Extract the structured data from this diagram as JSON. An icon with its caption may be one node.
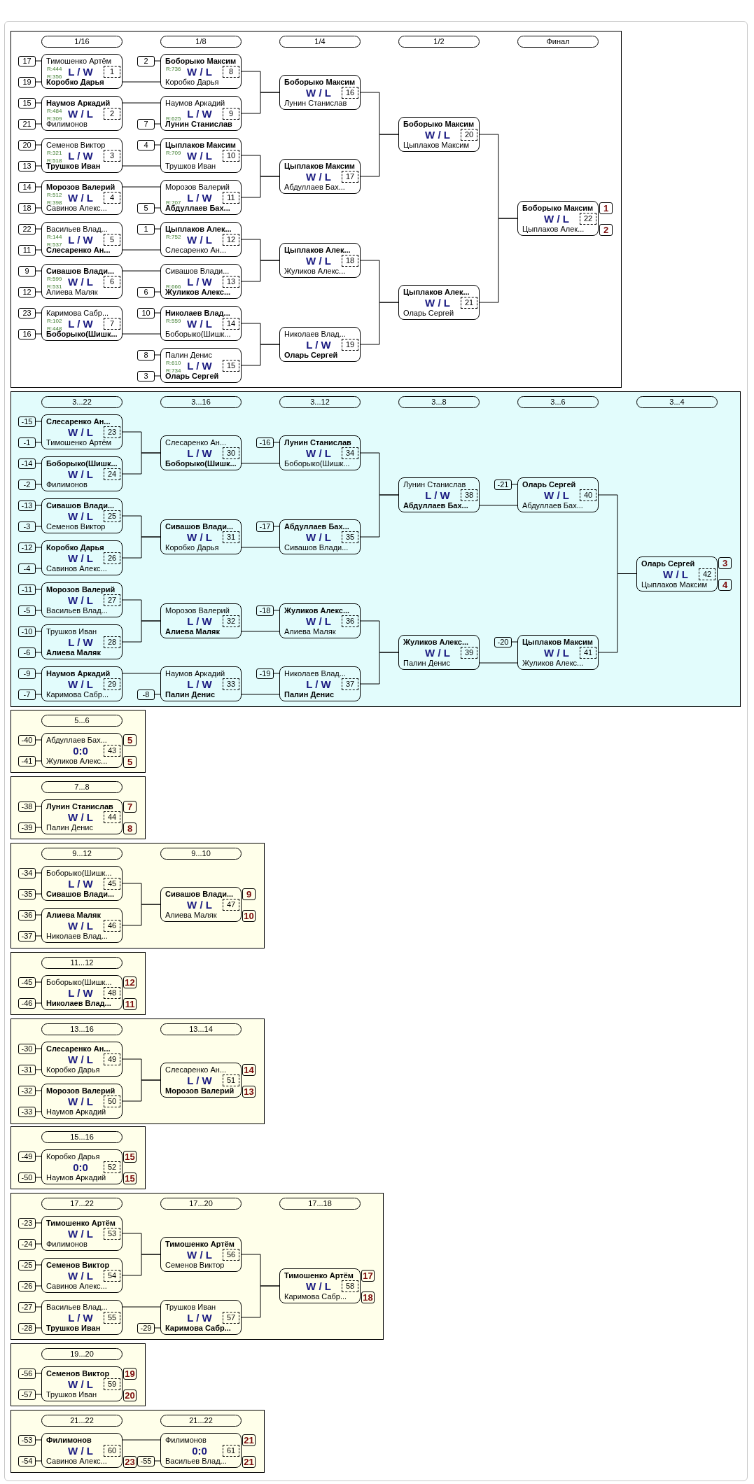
{
  "diagram": {
    "nodes": [
      {
        "text": [],
        "shape": "box"
      },
      {
        "text": [
          "1/16"
        ],
        "in": 0
      },
      {
        "text": [
          "1/8"
        ],
        "in": 0
      },
      {
        "text": [
          "1/4"
        ],
        "in": 0
      },
      {
        "text": [
          "1/2"
        ],
        "in": 0
      },
      {
        "text": [
          "Финал"
        ],
        "in": 0
      },
      {
        "text": [
          "17"
        ],
        "in": 0
      },
      {
        "text": [
          "19"
        ],
        "in": 0
      },
      {
        "text": [
          "Тимошенко Артём",
          "R:444",
          "R:356",
          "L / W",
          "Коробко Дарья"
        ],
        "in": 0
      },
      {
        "text": [
          "1"
        ],
        "in": 8
      },
      {
        "text": [
          "15"
        ],
        "in": 0
      },
      {
        "text": [
          "21"
        ],
        "in": 0
      },
      {
        "text": [
          "Наумов Аркадий",
          "R:484",
          "R:309",
          "W / L",
          "Филимонов"
        ],
        "in": 0
      },
      {
        "text": [
          "2"
        ],
        "in": 12
      },
      {
        "text": [
          "20"
        ],
        "in": 0
      },
      {
        "text": [
          "13"
        ],
        "in": 0
      },
      {
        "text": [
          "Семенов Виктор",
          "R:321",
          "R:518",
          "L / W",
          "Трушков Иван"
        ],
        "in": 0
      },
      {
        "text": [
          "3"
        ],
        "in": 16
      },
      {
        "text": [
          "14"
        ],
        "in": 0
      },
      {
        "text": [
          "18"
        ],
        "in": 0
      },
      {
        "text": [
          "Морозов Валерий",
          "R:512",
          "R:398",
          "W / L",
          "Савинов Алекс..."
        ],
        "in": 0
      },
      {
        "text": [
          "4"
        ],
        "in": 20
      },
      {
        "text": [
          "22"
        ],
        "in": 0
      },
      {
        "text": [
          "11"
        ],
        "in": 0
      },
      {
        "text": [
          "Васильев Влад...",
          "R:144",
          "R:537",
          "L / W",
          "Слесаренко Ан..."
        ],
        "in": 0
      },
      {
        "text": [
          "5"
        ],
        "in": 24
      },
      {
        "text": [
          "9"
        ],
        "in": 0
      },
      {
        "text": [
          "12"
        ],
        "in": 0
      },
      {
        "text": [
          "Сивашов Влади...",
          "R:599",
          "R:531",
          "W / L",
          "Алиева Маляк"
        ],
        "in": 0
      },
      {
        "text": [
          "6"
        ],
        "in": 28
      },
      {
        "text": [
          "23"
        ],
        "in": 0
      },
      {
        "text": [
          "16"
        ],
        "in": 0
      },
      {
        "text": [
          "Каримова Сабр...",
          "R:102",
          "R:448",
          "L / W",
          "Боборыко(Шишк..."
        ],
        "in": 0
      },
      {
        "text": [
          "7"
        ],
        "in": 32
      },
      {
        "text": [
          "2"
        ],
        "in": 0
      },
      {
        "text": [
          "Боборыко Максим",
          "R:736",
          "W / L",
          "Коробко Дарья"
        ],
        "in": 0
      },
      {
        "text": [
          "8"
        ],
        "in": 35
      },
      {
        "text": [
          "7"
        ],
        "in": 0
      },
      {
        "text": [
          "Наумов Аркадий",
          "R:625",
          "L / W",
          "Лунин Станислав"
        ],
        "in": 0
      },
      {
        "text": [
          "9"
        ],
        "in": 38
      },
      {
        "text": [
          "4"
        ],
        "in": 0
      },
      {
        "text": [
          "Цыплаков Максим",
          "R:709",
          "W / L",
          "Трушков Иван"
        ],
        "in": 0
      },
      {
        "text": [
          "10"
        ],
        "in": 41
      },
      {
        "text": [
          "5"
        ],
        "in": 0
      },
      {
        "text": [
          "Морозов Валерий",
          "R:707",
          "L / W",
          "Абдуллаев Бах..."
        ],
        "in": 0
      },
      {
        "text": [
          "11"
        ],
        "in": 44
      },
      {
        "text": [
          "1"
        ],
        "in": 0
      },
      {
        "text": [
          "Цыплаков Алек...",
          "R:752",
          "W / L",
          "Слесаренко Ан..."
        ],
        "in": 0
      },
      {
        "text": [
          "12"
        ],
        "in": 47
      },
      {
        "text": [
          "6"
        ],
        "in": 0
      },
      {
        "text": [
          "Сивашов Влади...",
          "R:666",
          "L / W",
          "Жуликов Алекс..."
        ],
        "in": 0
      },
      {
        "text": [
          "13"
        ],
        "in": 50
      },
      {
        "text": [
          "10"
        ],
        "in": 0
      },
      {
        "text": [
          "Николаев Влад...",
          "R:559",
          "W / L",
          "Боборыко(Шишк..."
        ],
        "in": 0
      },
      {
        "text": [
          "14"
        ],
        "in": 53
      },
      {
        "text": [
          "8"
        ],
        "in": 0
      },
      {
        "text": [
          "3"
        ],
        "in": 0
      },
      {
        "text": [
          "Палин Денис",
          "R:610",
          "R:734",
          "L / W",
          "Оларь Сергей"
        ],
        "in": 0
      },
      {
        "text": [
          "15"
        ],
        "in": 57
      },
      {
        "text": [
          "Боборыко Максим",
          "W / L",
          "Лунин Станислав"
        ],
        "in": 0
      },
      {
        "text": [
          "16"
        ],
        "in": 59
      },
      {
        "text": [
          "Цыплаков Максим",
          "W / L",
          "Абдуллаев Бах..."
        ],
        "in": 0
      },
      {
        "text": [
          "17"
        ],
        "in": 61
      },
      {
        "text": [
          "Цыплаков Алек...",
          "W / L",
          "Жуликов Алекс..."
        ],
        "in": 0
      },
      {
        "text": [
          "18"
        ],
        "in": 63
      },
      {
        "text": [
          "Николаев Влад...",
          "L / W",
          "Оларь Сергей"
        ],
        "in": 0
      },
      {
        "text": [
          "19"
        ],
        "in": 65
      },
      {
        "text": [
          "Боборыко Максим",
          "W / L",
          "Цыплаков Максим"
        ],
        "in": 0
      },
      {
        "text": [
          "20"
        ],
        "in": 67
      },
      {
        "text": [
          "Цыплаков Алек...",
          "W / L",
          "Оларь Сергей"
        ],
        "in": 0
      },
      {
        "text": [
          "21"
        ],
        "in": 69
      },
      {
        "text": [
          "Боборыко Максим",
          "W / L",
          "Цыплаков Алек..."
        ],
        "in": 0
      },
      {
        "text": [
          "22"
        ],
        "in": 71
      },
      {
        "text": [
          "1"
        ],
        "in": 0
      },
      {
        "text": [
          "2"
        ],
        "in": 0
      },
      {
        "text": [],
        "shape": "box"
      },
      {
        "text": [
          "3...22"
        ],
        "in": 75
      },
      {
        "text": [
          "3...16"
        ],
        "in": 75
      },
      {
        "text": [
          "3...12"
        ],
        "in": 75
      },
      {
        "text": [
          "3...8"
        ],
        "in": 75
      },
      {
        "text": [
          "3...6"
        ],
        "in": 75
      },
      {
        "text": [
          "3...4"
        ],
        "in": 75
      },
      {
        "text": [
          "-15"
        ],
        "in": 75
      },
      {
        "text": [
          "-1"
        ],
        "in": 75
      },
      {
        "text": [
          "Слесаренко Ан...",
          "W / L",
          "Тимошенко Артём"
        ],
        "in": 75
      },
      {
        "text": [
          "23"
        ],
        "in": 84
      },
      {
        "text": [
          "-14"
        ],
        "in": 75
      },
      {
        "text": [
          "-2"
        ],
        "in": 75
      },
      {
        "text": [
          "Боборыко(Шишк...",
          "W / L",
          "Филимонов"
        ],
        "in": 75
      },
      {
        "text": [
          "24"
        ],
        "in": 88
      },
      {
        "text": [
          "-13"
        ],
        "in": 75
      },
      {
        "text": [
          "-3"
        ],
        "in": 75
      },
      {
        "text": [
          "Сивашов Влади...",
          "W / L",
          "Семенов Виктор"
        ],
        "in": 75
      },
      {
        "text": [
          "25"
        ],
        "in": 92
      },
      {
        "text": [
          "-12"
        ],
        "in": 75
      },
      {
        "text": [
          "-4"
        ],
        "in": 75
      },
      {
        "text": [
          "Коробко Дарья",
          "W / L",
          "Савинов Алекс..."
        ],
        "in": 75
      },
      {
        "text": [
          "26"
        ],
        "in": 96
      },
      {
        "text": [
          "-11"
        ],
        "in": 75
      },
      {
        "text": [
          "-5"
        ],
        "in": 75
      },
      {
        "text": [
          "Морозов Валерий",
          "W / L",
          "Васильев Влад..."
        ],
        "in": 75
      },
      {
        "text": [
          "27"
        ],
        "in": 100
      },
      {
        "text": [
          "-10"
        ],
        "in": 75
      },
      {
        "text": [
          "-6"
        ],
        "in": 75
      },
      {
        "text": [
          "Трушков Иван",
          "L / W",
          "Алиева Маляк"
        ],
        "in": 75
      },
      {
        "text": [
          "28"
        ],
        "in": 104
      },
      {
        "text": [
          "-9"
        ],
        "in": 75
      },
      {
        "text": [
          "-7"
        ],
        "in": 75
      },
      {
        "text": [
          "Наумов Аркадий",
          "W / L",
          "Каримова Сабр..."
        ],
        "in": 75
      },
      {
        "text": [
          "29"
        ],
        "in": 108
      },
      {
        "text": [
          "Слесаренко Ан...",
          "L / W",
          "Боборыко(Шишк..."
        ],
        "in": 75
      },
      {
        "text": [
          "30"
        ],
        "in": 110
      },
      {
        "text": [
          "Сивашов Влади...",
          "W / L",
          "Коробко Дарья"
        ],
        "in": 75
      },
      {
        "text": [
          "31"
        ],
        "in": 112
      },
      {
        "text": [
          "Морозов Валерий",
          "L / W",
          "Алиева Маляк"
        ],
        "in": 75
      },
      {
        "text": [
          "32"
        ],
        "in": 114
      },
      {
        "text": [
          "-8"
        ],
        "in": 75
      },
      {
        "text": [
          "Наумов Аркадий",
          "L / W",
          "Палин Денис"
        ],
        "in": 75
      },
      {
        "text": [
          "33"
        ],
        "in": 117
      },
      {
        "text": [
          "-16"
        ],
        "in": 75
      },
      {
        "text": [
          "Лунин Станислав",
          "W / L",
          "Боборыко(Шишк..."
        ],
        "in": 75
      },
      {
        "text": [
          "34"
        ],
        "in": 120
      },
      {
        "text": [
          "-17"
        ],
        "in": 75
      },
      {
        "text": [
          "Абдуллаев Бах...",
          "W / L",
          "Сивашов Влади..."
        ],
        "in": 75
      },
      {
        "text": [
          "35"
        ],
        "in": 123
      },
      {
        "text": [
          "-18"
        ],
        "in": 75
      },
      {
        "text": [
          "Жуликов Алекс...",
          "W / L",
          "Алиева Маляк"
        ],
        "in": 75
      },
      {
        "text": [
          "36"
        ],
        "in": 126
      },
      {
        "text": [
          "-19"
        ],
        "in": 75
      },
      {
        "text": [
          "Николаев Влад...",
          "L / W",
          "Палин Денис"
        ],
        "in": 75
      },
      {
        "text": [
          "37"
        ],
        "in": 129
      },
      {
        "text": [
          "Лунин Станислав",
          "L / W",
          "Абдуллаев Бах..."
        ],
        "in": 75
      },
      {
        "text": [
          "38"
        ],
        "in": 131
      },
      {
        "text": [
          "Жуликов Алекс...",
          "W / L",
          "Палин Денис"
        ],
        "in": 75
      },
      {
        "text": [
          "39"
        ],
        "in": 133
      },
      {
        "text": [
          "-21"
        ],
        "in": 75
      },
      {
        "text": [
          "Оларь Сергей",
          "W / L",
          "Абдуллаев Бах..."
        ],
        "in": 75
      },
      {
        "text": [
          "40"
        ],
        "in": 136
      },
      {
        "text": [
          "-20"
        ],
        "in": 75
      },
      {
        "text": [
          "Цыплаков Максим",
          "W / L",
          "Жуликов Алекс..."
        ],
        "in": 75
      },
      {
        "text": [
          "41"
        ],
        "in": 139
      },
      {
        "text": [
          "Оларь Сергей",
          "W / L",
          "Цыплаков Максим"
        ],
        "in": 75
      },
      {
        "text": [
          "42"
        ],
        "in": 141
      },
      {
        "text": [
          "3"
        ],
        "in": 75
      },
      {
        "text": [
          "4"
        ],
        "in": 75
      },
      {
        "text": [],
        "shape": "box"
      },
      {
        "text": [
          "5...6"
        ],
        "in": 145
      },
      {
        "text": [
          "-40"
        ],
        "in": 145
      },
      {
        "text": [
          "-41"
        ],
        "in": 145
      },
      {
        "text": [
          "Абдуллаев Бах...",
          "0:0",
          "Жуликов Алекс..."
        ],
        "in": 145
      },
      {
        "text": [
          "43"
        ],
        "in": 149
      },
      {
        "text": [
          "5"
        ],
        "in": 145
      },
      {
        "text": [
          "5"
        ],
        "in": 145
      },
      {
        "text": [],
        "shape": "box"
      },
      {
        "text": [
          "7...8"
        ],
        "in": 153
      },
      {
        "text": [
          "-38"
        ],
        "in": 153
      },
      {
        "text": [
          "-39"
        ],
        "in": 153
      },
      {
        "text": [
          "Лунин Станислав",
          "W / L",
          "Палин Денис"
        ],
        "in": 153
      },
      {
        "text": [
          "44"
        ],
        "in": 157
      },
      {
        "text": [
          "7"
        ],
        "in": 153
      },
      {
        "text": [
          "8"
        ],
        "in": 153
      },
      {
        "text": [],
        "shape": "box"
      },
      {
        "text": [
          "9...12"
        ],
        "in": 161
      },
      {
        "text": [
          "9...10"
        ],
        "in": 161
      },
      {
        "text": [
          "-34"
        ],
        "in": 161
      },
      {
        "text": [
          "-35"
        ],
        "in": 161
      },
      {
        "text": [
          "Боборыко(Шишк...",
          "L / W",
          "Сивашов Влади..."
        ],
        "in": 161
      },
      {
        "text": [
          "45"
        ],
        "in": 166
      },
      {
        "text": [
          "-36"
        ],
        "in": 161
      },
      {
        "text": [
          "-37"
        ],
        "in": 161
      },
      {
        "text": [
          "Алиева Маляк",
          "W / L",
          "Николаев Влад..."
        ],
        "in": 161
      },
      {
        "text": [
          "46"
        ],
        "in": 170
      },
      {
        "text": [
          "Сивашов Влади...",
          "W / L",
          "Алиева Маляк"
        ],
        "in": 161
      },
      {
        "text": [
          "47"
        ],
        "in": 172
      },
      {
        "text": [
          "9"
        ],
        "in": 161
      },
      {
        "text": [
          "10"
        ],
        "in": 161
      },
      {
        "text": [],
        "shape": "box"
      },
      {
        "text": [
          "11...12"
        ],
        "in": 176
      },
      {
        "text": [
          "-45"
        ],
        "in": 176
      },
      {
        "text": [
          "-46"
        ],
        "in": 176
      },
      {
        "text": [
          "Боборыко(Шишк...",
          "L / W",
          "Николаев Влад..."
        ],
        "in": 176
      },
      {
        "text": [
          "48"
        ],
        "in": 180
      },
      {
        "text": [
          "12"
        ],
        "in": 176
      },
      {
        "text": [
          "11"
        ],
        "in": 176
      },
      {
        "text": [],
        "shape": "box"
      },
      {
        "text": [
          "13...16"
        ],
        "in": 184
      },
      {
        "text": [
          "13...14"
        ],
        "in": 184
      },
      {
        "text": [
          "-30"
        ],
        "in": 184
      },
      {
        "text": [
          "-31"
        ],
        "in": 184
      },
      {
        "text": [
          "Слесаренко Ан...",
          "W / L",
          "Коробко Дарья"
        ],
        "in": 184
      },
      {
        "text": [
          "49"
        ],
        "in": 189
      },
      {
        "text": [
          "-32"
        ],
        "in": 184
      },
      {
        "text": [
          "-33"
        ],
        "in": 184
      },
      {
        "text": [
          "Морозов Валерий",
          "W / L",
          "Наумов Аркадий"
        ],
        "in": 184
      },
      {
        "text": [
          "50"
        ],
        "in": 193
      },
      {
        "text": [
          "Слесаренко Ан...",
          "L / W",
          "Морозов Валерий"
        ],
        "in": 184
      },
      {
        "text": [
          "51"
        ],
        "in": 195
      },
      {
        "text": [
          "14"
        ],
        "in": 184
      },
      {
        "text": [
          "13"
        ],
        "in": 184
      },
      {
        "text": [],
        "shape": "box"
      },
      {
        "text": [
          "15...16"
        ],
        "in": 199
      },
      {
        "text": [
          "-49"
        ],
        "in": 199
      },
      {
        "text": [
          "-50"
        ],
        "in": 199
      },
      {
        "text": [
          "Коробко Дарья",
          "0:0",
          "Наумов Аркадий"
        ],
        "in": 199
      },
      {
        "text": [
          "52"
        ],
        "in": 203
      },
      {
        "text": [
          "15"
        ],
        "in": 199
      },
      {
        "text": [
          "15"
        ],
        "in": 199
      },
      {
        "text": [],
        "shape": "box"
      },
      {
        "text": [
          "17...22"
        ],
        "in": 207
      },
      {
        "text": [
          "17...20"
        ],
        "in": 207
      },
      {
        "text": [
          "17...18"
        ],
        "in": 207
      },
      {
        "text": [
          "-23"
        ],
        "in": 207
      },
      {
        "text": [
          "-24"
        ],
        "in": 207
      },
      {
        "text": [
          "Тимошенко Артём",
          "W / L",
          "Филимонов"
        ],
        "in": 207
      },
      {
        "text": [
          "53"
        ],
        "in": 213
      },
      {
        "text": [
          "-25"
        ],
        "in": 207
      },
      {
        "text": [
          "-26"
        ],
        "in": 207
      },
      {
        "text": [
          "Семенов Виктор",
          "W / L",
          "Савинов Алекс..."
        ],
        "in": 207
      },
      {
        "text": [
          "54"
        ],
        "in": 217
      },
      {
        "text": [
          "-27"
        ],
        "in": 207
      },
      {
        "text": [
          "-28"
        ],
        "in": 207
      },
      {
        "text": [
          "Васильев Влад...",
          "L / W",
          "Трушков Иван"
        ],
        "in": 207
      },
      {
        "text": [
          "55"
        ],
        "in": 221
      },
      {
        "text": [
          "Тимошенко Артём",
          "W / L",
          "Семенов Виктор"
        ],
        "in": 207
      },
      {
        "text": [
          "56"
        ],
        "in": 223
      },
      {
        "text": [
          "-29"
        ],
        "in": 207
      },
      {
        "text": [
          "Трушков Иван",
          "L / W",
          "Каримова Сабр..."
        ],
        "in": 207
      },
      {
        "text": [
          "57"
        ],
        "in": 226
      },
      {
        "text": [
          "Тимошенко Артём",
          "W / L",
          "Каримова Сабр..."
        ],
        "in": 207
      },
      {
        "text": [
          "58"
        ],
        "in": 228
      },
      {
        "text": [
          "17"
        ],
        "in": 207
      },
      {
        "text": [
          "18"
        ],
        "in": 207
      },
      {
        "text": [],
        "shape": "box"
      },
      {
        "text": [
          "19...20"
        ],
        "in": 232
      },
      {
        "text": [
          "-56"
        ],
        "in": 232
      },
      {
        "text": [
          "-57"
        ],
        "in": 232
      },
      {
        "text": [
          "Семенов Виктор",
          "W / L",
          "Трушков Иван"
        ],
        "in": 232
      },
      {
        "text": [
          "59"
        ],
        "in": 236
      },
      {
        "text": [
          "19"
        ],
        "in": 232
      },
      {
        "text": [
          "20"
        ],
        "in": 232
      },
      {
        "text": [],
        "shape": "box"
      },
      {
        "text": [
          "21...22"
        ],
        "in": 240
      },
      {
        "text": [
          "21...22"
        ],
        "in": 240
      },
      {
        "text": [
          "-53"
        ],
        "in": 240
      },
      {
        "text": [
          "-54"
        ],
        "in": 240
      },
      {
        "text": [
          "Филимонов",
          "W / L",
          "Савинов Алекс..."
        ],
        "in": 240
      },
      {
        "text": [
          "60"
        ],
        "in": 245
      },
      {
        "text": [
          "23"
        ],
        "in": 240
      },
      {
        "text": [
          "-55"
        ],
        "in": 240
      },
      {
        "text": [
          "Филимонов",
          "0:0",
          "Васильев Влад..."
        ],
        "in": 240
      },
      {
        "text": [
          "61"
        ],
        "in": 249
      },
      {
        "text": [
          "21"
        ],
        "in": 240
      },
      {
        "text": [
          "21"
        ],
        "in": 240
      }
    ],
    "edges": [
      {
        "from": 6,
        "to": 8,
        "arrow": "none"
      },
      {
        "from": 7,
        "to": 8,
        "arrow": "none"
      },
      {
        "from": 10,
        "to": 12,
        "arrow": "none"
      },
      {
        "from": 11,
        "to": 12,
        "arrow": "none"
      },
      {
        "from": 14,
        "to": 16,
        "arrow": "none"
      },
      {
        "from": 15,
        "to": 16,
        "arrow": "none"
      },
      {
        "from": 18,
        "to": 20,
        "arrow": "none"
      },
      {
        "from": 19,
        "to": 20,
        "arrow": "none"
      },
      {
        "from": 22,
        "to": 24,
        "arrow": "none"
      },
      {
        "from": 23,
        "to": 24,
        "arrow": "none"
      },
      {
        "from": 26,
        "to": 28,
        "arrow": "none"
      },
      {
        "from": 27,
        "to": 28,
        "arrow": "none"
      },
      {
        "from": 30,
        "to": 32,
        "arrow": "none"
      },
      {
        "from": 31,
        "to": 32,
        "arrow": "none"
      },
      {
        "from": 34,
        "to": 35,
        "arrow": "none"
      },
      {
        "from": 8,
        "to": 35,
        "arrow": "none"
      },
      {
        "from": 37,
        "to": 38,
        "arrow": "none"
      },
      {
        "from": 12,
        "to": 38,
        "arrow": "none"
      },
      {
        "from": 40,
        "to": 41,
        "arrow": "none"
      },
      {
        "from": 16,
        "to": 41,
        "arrow": "none"
      },
      {
        "from": 43,
        "to": 44,
        "arrow": "none"
      },
      {
        "from": 20,
        "to": 44,
        "arrow": "none"
      },
      {
        "from": 46,
        "to": 47,
        "arrow": "none"
      },
      {
        "from": 24,
        "to": 47,
        "arrow": "none"
      },
      {
        "from": 49,
        "to": 50,
        "arrow": "none"
      },
      {
        "from": 28,
        "to": 50,
        "arrow": "none"
      },
      {
        "from": 52,
        "to": 53,
        "arrow": "none"
      },
      {
        "from": 32,
        "to": 53,
        "arrow": "none"
      },
      {
        "from": 55,
        "to": 57,
        "arrow": "none"
      },
      {
        "from": 56,
        "to": 57,
        "arrow": "none"
      },
      {
        "from": 35,
        "to": 59,
        "arrow": "none"
      },
      {
        "from": 38,
        "to": 59,
        "arrow": "none"
      },
      {
        "from": 41,
        "to": 61,
        "arrow": "none"
      },
      {
        "from": 44,
        "to": 61,
        "arrow": "none"
      },
      {
        "from": 47,
        "to": 63,
        "arrow": "none"
      },
      {
        "from": 50,
        "to": 63,
        "arrow": "none"
      },
      {
        "from": 53,
        "to": 65,
        "arrow": "none"
      },
      {
        "from": 57,
        "to": 65,
        "arrow": "none"
      },
      {
        "from": 59,
        "to": 67,
        "arrow": "none"
      },
      {
        "from": 61,
        "to": 67,
        "arrow": "none"
      },
      {
        "from": 63,
        "to": 69,
        "arrow": "none"
      },
      {
        "from": 65,
        "to": 69,
        "arrow": "none"
      },
      {
        "from": 67,
        "to": 71,
        "arrow": "none"
      },
      {
        "from": 69,
        "to": 71,
        "arrow": "none"
      },
      {
        "from": 82,
        "to": 84,
        "arrow": "none"
      },
      {
        "from": 83,
        "to": 84,
        "arrow": "none"
      },
      {
        "from": 86,
        "to": 88,
        "arrow": "none"
      },
      {
        "from": 87,
        "to": 88,
        "arrow": "none"
      },
      {
        "from": 90,
        "to": 92,
        "arrow": "none"
      },
      {
        "from": 91,
        "to": 92,
        "arrow": "none"
      },
      {
        "from": 94,
        "to": 96,
        "arrow": "none"
      },
      {
        "from": 95,
        "to": 96,
        "arrow": "none"
      },
      {
        "from": 98,
        "to": 100,
        "arrow": "none"
      },
      {
        "from": 99,
        "to": 100,
        "arrow": "none"
      },
      {
        "from": 102,
        "to": 104,
        "arrow": "none"
      },
      {
        "from": 103,
        "to": 104,
        "arrow": "none"
      },
      {
        "from": 106,
        "to": 108,
        "arrow": "none"
      },
      {
        "from": 107,
        "to": 108,
        "arrow": "none"
      },
      {
        "from": 84,
        "to": 110,
        "arrow": "none"
      },
      {
        "from": 88,
        "to": 110,
        "arrow": "none"
      },
      {
        "from": 92,
        "to": 112,
        "arrow": "none"
      },
      {
        "from": 96,
        "to": 112,
        "arrow": "none"
      },
      {
        "from": 100,
        "to": 114,
        "arrow": "none"
      },
      {
        "from": 104,
        "to": 114,
        "arrow": "none"
      },
      {
        "from": 116,
        "to": 117,
        "arrow": "none"
      },
      {
        "from": 108,
        "to": 117,
        "arrow": "none"
      },
      {
        "from": 119,
        "to": 120,
        "arrow": "none"
      },
      {
        "from": 110,
        "to": 120,
        "arrow": "none"
      },
      {
        "from": 122,
        "to": 123,
        "arrow": "none"
      },
      {
        "from": 112,
        "to": 123,
        "arrow": "none"
      },
      {
        "from": 125,
        "to": 126,
        "arrow": "none"
      },
      {
        "from": 114,
        "to": 126,
        "arrow": "none"
      },
      {
        "from": 128,
        "to": 129,
        "arrow": "none"
      },
      {
        "from": 117,
        "to": 129,
        "arrow": "none"
      },
      {
        "from": 120,
        "to": 131,
        "arrow": "none"
      },
      {
        "from": 123,
        "to": 131,
        "arrow": "none"
      },
      {
        "from": 126,
        "to": 133,
        "arrow": "none"
      },
      {
        "from": 129,
        "to": 133,
        "arrow": "none"
      },
      {
        "from": 135,
        "to": 136,
        "arrow": "none"
      },
      {
        "from": 131,
        "to": 136,
        "arrow": "none"
      },
      {
        "from": 138,
        "to": 139,
        "arrow": "none"
      },
      {
        "from": 133,
        "to": 139,
        "arrow": "none"
      },
      {
        "from": 136,
        "to": 141,
        "arrow": "none"
      },
      {
        "from": 139,
        "to": 141,
        "arrow": "none"
      },
      {
        "from": 147,
        "to": 149,
        "arrow": "none"
      },
      {
        "from": 148,
        "to": 149,
        "arrow": "none"
      },
      {
        "from": 155,
        "to": 157,
        "arrow": "none"
      },
      {
        "from": 156,
        "to": 157,
        "arrow": "none"
      },
      {
        "from": 164,
        "to": 166,
        "arrow": "none"
      },
      {
        "from": 165,
        "to": 166,
        "arrow": "none"
      },
      {
        "from": 168,
        "to": 170,
        "arrow": "none"
      },
      {
        "from": 169,
        "to": 170,
        "arrow": "none"
      },
      {
        "from": 166,
        "to": 172,
        "arrow": "none"
      },
      {
        "from": 170,
        "to": 172,
        "arrow": "none"
      },
      {
        "from": 178,
        "to": 180,
        "arrow": "none"
      },
      {
        "from": 179,
        "to": 180,
        "arrow": "none"
      },
      {
        "from": 187,
        "to": 189,
        "arrow": "none"
      },
      {
        "from": 188,
        "to": 189,
        "arrow": "none"
      },
      {
        "from": 191,
        "to": 193,
        "arrow": "none"
      },
      {
        "from": 192,
        "to": 193,
        "arrow": "none"
      },
      {
        "from": 189,
        "to": 195,
        "arrow": "none"
      },
      {
        "from": 193,
        "to": 195,
        "arrow": "none"
      },
      {
        "from": 201,
        "to": 203,
        "arrow": "none"
      },
      {
        "from": 202,
        "to": 203,
        "arrow": "none"
      },
      {
        "from": 211,
        "to": 213,
        "arrow": "none"
      },
      {
        "from": 212,
        "to": 213,
        "arrow": "none"
      },
      {
        "from": 215,
        "to": 217,
        "arrow": "none"
      },
      {
        "from": 216,
        "to": 217,
        "arrow": "none"
      },
      {
        "from": 219,
        "to": 221,
        "arrow": "none"
      },
      {
        "from": 220,
        "to": 221,
        "arrow": "none"
      },
      {
        "from": 213,
        "to": 223,
        "arrow": "none"
      },
      {
        "from": 217,
        "to": 223,
        "arrow": "none"
      },
      {
        "from": 225,
        "to": 226,
        "arrow": "none"
      },
      {
        "from": 221,
        "to": 226,
        "arrow": "none"
      },
      {
        "from": 223,
        "to": 228,
        "arrow": "none"
      },
      {
        "from": 226,
        "to": 228,
        "arrow": "none"
      },
      {
        "from": 234,
        "to": 236,
        "arrow": "none"
      },
      {
        "from": 235,
        "to": 236,
        "arrow": "none"
      },
      {
        "from": 243,
        "to": 245,
        "arrow": "none"
      },
      {
        "from": 244,
        "to": 245,
        "arrow": "none"
      },
      {
        "from": 248,
        "to": 249,
        "arrow": "none"
      },
      {
        "from": 245,
        "to": 249,
        "arrow": "none"
      }
    ]
  }
}
